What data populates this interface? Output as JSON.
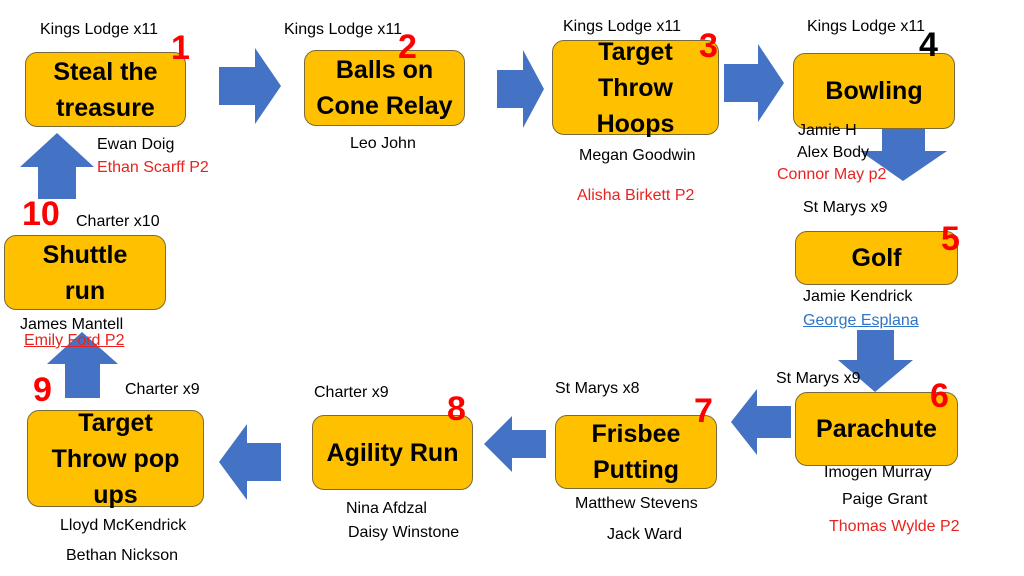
{
  "colors": {
    "box": "#FFC000",
    "arrow": "#4472C4",
    "number": "#FF0000",
    "p2_name": "#E8231F",
    "link": "#2E75C7"
  },
  "stations": [
    {
      "number": "1",
      "title": "Steal the treasure",
      "group": "Kings Lodge x11",
      "names": [
        "Ewan Doig"
      ],
      "p2": "Ethan Scarff P2"
    },
    {
      "number": "2",
      "title": "Balls on Cone Relay",
      "group": "Kings Lodge x11",
      "names": [
        "Leo John"
      ]
    },
    {
      "number": "3",
      "title": "Target Throw Hoops",
      "group": "Kings Lodge x11",
      "names": [
        "Megan Goodwin"
      ],
      "p2": "Alisha Birkett P2"
    },
    {
      "number": "4",
      "title": "Bowling",
      "group": "Kings Lodge x11",
      "names": [
        "Jamie H",
        "Alex Body"
      ],
      "p2": "Connor May p2"
    },
    {
      "number": "5",
      "title": "Golf",
      "group": "St Marys x9",
      "names": [
        "Jamie Kendrick"
      ],
      "link_name": "George Esplana"
    },
    {
      "number": "6",
      "title": "Parachute",
      "group": "St Marys x9",
      "names": [
        "Imogen Murray",
        "Paige Grant"
      ],
      "p2": "Thomas Wylde P2"
    },
    {
      "number": "7",
      "title": "Frisbee Putting",
      "group": "St Marys x8",
      "names": [
        "Matthew Stevens",
        "Jack Ward"
      ]
    },
    {
      "number": "8",
      "title": "Agility Run",
      "group": "Charter x9",
      "names": [
        "Nina Afdzal",
        "Daisy Winstone"
      ]
    },
    {
      "number": "9",
      "title": "Target Throw pop ups",
      "group": "Charter x9",
      "names": [
        "Lloyd McKendrick",
        "Bethan Nickson"
      ]
    },
    {
      "number": "10",
      "title": "Shuttle run",
      "group": "Charter x10",
      "names": [
        "James Mantell"
      ],
      "link_name": "Emily Ford P2"
    }
  ]
}
